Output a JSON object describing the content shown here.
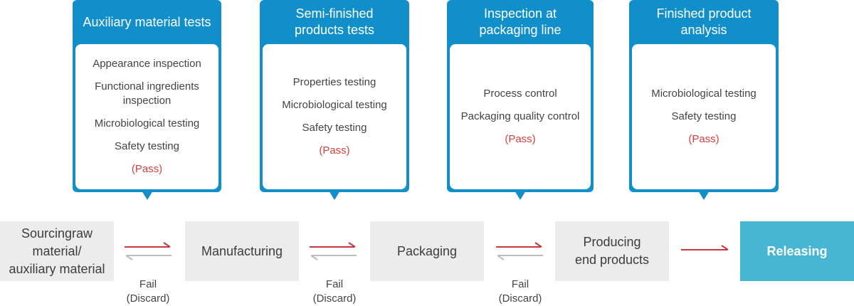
{
  "checks": [
    {
      "title": "Auxiliary material tests",
      "items": [
        "Appearance inspection",
        "Functional ingredients\ninspection",
        "Microbiological testing",
        "Safety testing"
      ],
      "result": "(Pass)"
    },
    {
      "title": "Semi-finished\nproducts tests",
      "items": [
        "Properties testing",
        "Microbiological testing",
        "Safety testing"
      ],
      "result": "(Pass)"
    },
    {
      "title": "Inspection at\npackaging line",
      "items": [
        "Process control",
        "Packaging quality control"
      ],
      "result": "(Pass)"
    },
    {
      "title": "Finished product\nanalysis",
      "items": [
        "Microbiological testing",
        "Safety testing"
      ],
      "result": "(Pass)"
    }
  ],
  "steps": [
    "Sourcingraw\nmaterial/\nauxiliary material",
    "Manufacturing",
    "Packaging",
    "Producing\nend products",
    "Releasing"
  ],
  "fail_label": "Fail\n(Discard)",
  "colors": {
    "card_blue": "#118fca",
    "pass_red": "#d34040",
    "forward_arrow": "#c8373d",
    "back_arrow": "#bdbdbd",
    "release_box": "#46b6d3",
    "step_box": "#ececec"
  }
}
